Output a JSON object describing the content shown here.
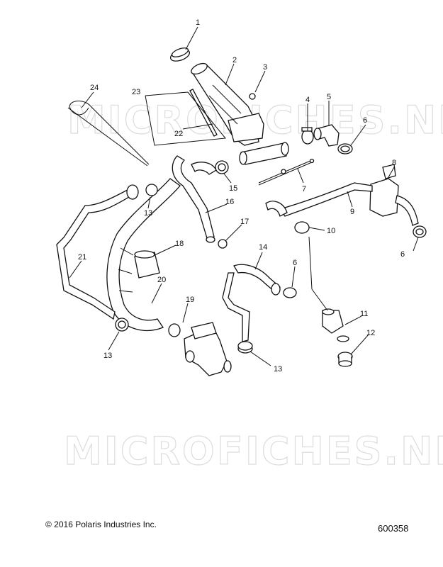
{
  "watermark": "MICROFICHES.NET",
  "callouts": [
    "1",
    "2",
    "3",
    "4",
    "5",
    "6",
    "24",
    "23",
    "22",
    "7",
    "8",
    "9",
    "15",
    "16",
    "17",
    "13",
    "6",
    "10",
    "21",
    "18",
    "14",
    "6",
    "20",
    "19",
    "11",
    "12",
    "13",
    "13"
  ],
  "footer": {
    "copyright": "© 2016 Polaris Industries Inc.",
    "diagram_number": "600358"
  }
}
